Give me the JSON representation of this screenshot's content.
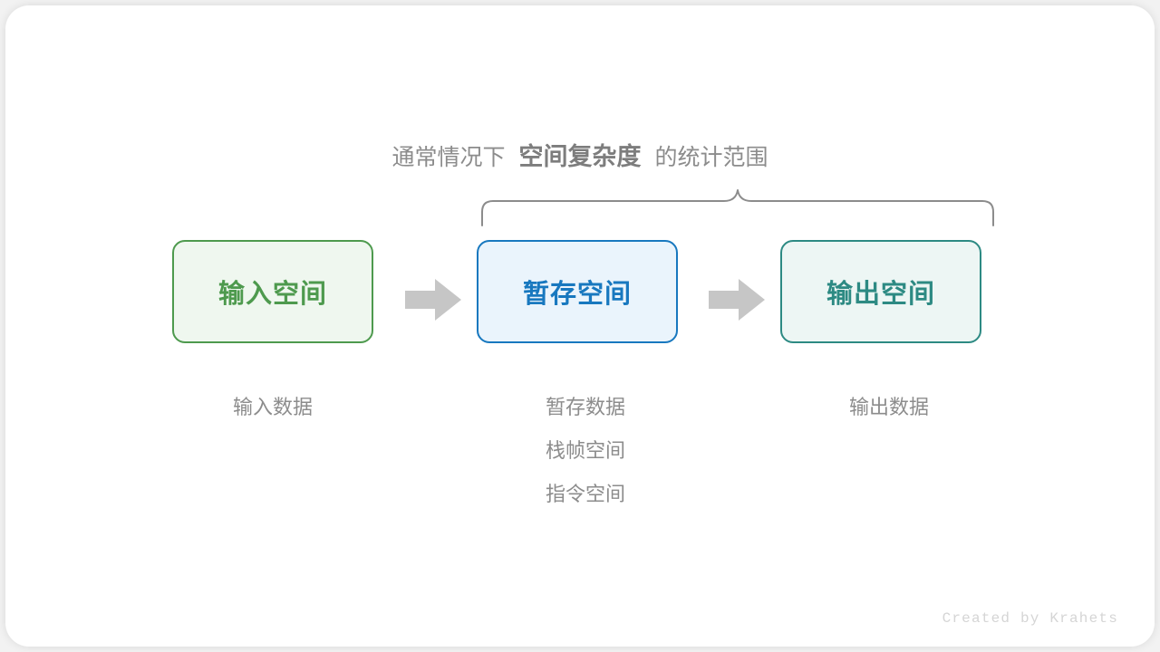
{
  "heading": {
    "prefix": "通常情况下",
    "emphasis": "空间复杂度",
    "suffix": "的统计范围"
  },
  "boxes": [
    {
      "title": "输入空间",
      "accent": "#4e9a4e",
      "fill": "#eff7ef"
    },
    {
      "title": "暂存空间",
      "accent": "#1878bf",
      "fill": "#eaf4fc"
    },
    {
      "title": "输出空间",
      "accent": "#2d8a83",
      "fill": "#edf6f4"
    }
  ],
  "arrows": [
    {
      "name": "arrow-input-to-temp",
      "color": "#c6c6c6"
    },
    {
      "name": "arrow-temp-to-output",
      "color": "#c6c6c6"
    }
  ],
  "captions": [
    {
      "lines": [
        "输入数据"
      ]
    },
    {
      "lines": [
        "暂存数据",
        "栈帧空间",
        "指令空间"
      ]
    },
    {
      "lines": [
        "输出数据"
      ]
    }
  ],
  "brace": {
    "color": "#8c8c8c",
    "covers": [
      "暂存空间",
      "输出空间"
    ]
  },
  "watermark": "Created by Krahets",
  "colors": {
    "background": "#f2f2f2",
    "card": "#ffffff",
    "text_gray": "#8c8c8c",
    "arrow_gray": "#c6c6c6",
    "watermark_gray": "#d5d5d5"
  }
}
